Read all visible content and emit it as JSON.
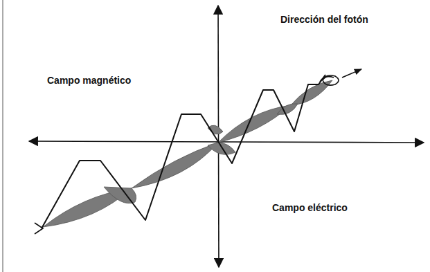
{
  "diagram": {
    "labels": [
      "Dirección del fotón",
      "Campo magnético",
      "Campo eléctrico"
    ]
  }
}
